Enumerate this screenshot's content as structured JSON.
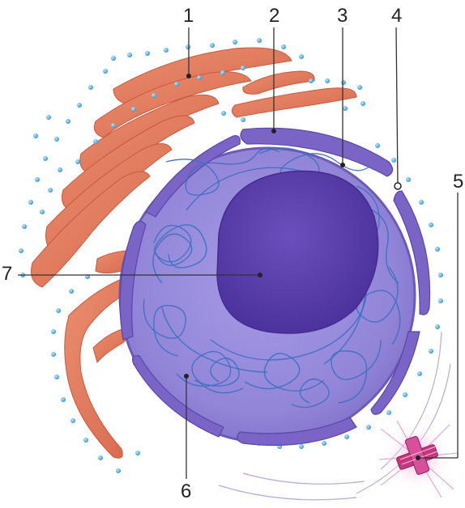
{
  "diagram": {
    "labels": [
      {
        "id": "1",
        "text": "1"
      },
      {
        "id": "2",
        "text": "2"
      },
      {
        "id": "3",
        "text": "3"
      },
      {
        "id": "4",
        "text": "4"
      },
      {
        "id": "5",
        "text": "5"
      },
      {
        "id": "6",
        "text": "6"
      },
      {
        "id": "7",
        "text": "7"
      }
    ],
    "colors": {
      "rough_er": "#e07b5f",
      "ribosome": "#3aa6e0",
      "nucleus": "#8e82d6",
      "nuclear_envelope": "#6f59b8",
      "nucleolus": "#5a3fa8",
      "chromatin": "#3d6fc0",
      "centrosome": "#d24a9a",
      "pointer_line": "#333333",
      "background": "#ffffff"
    }
  }
}
